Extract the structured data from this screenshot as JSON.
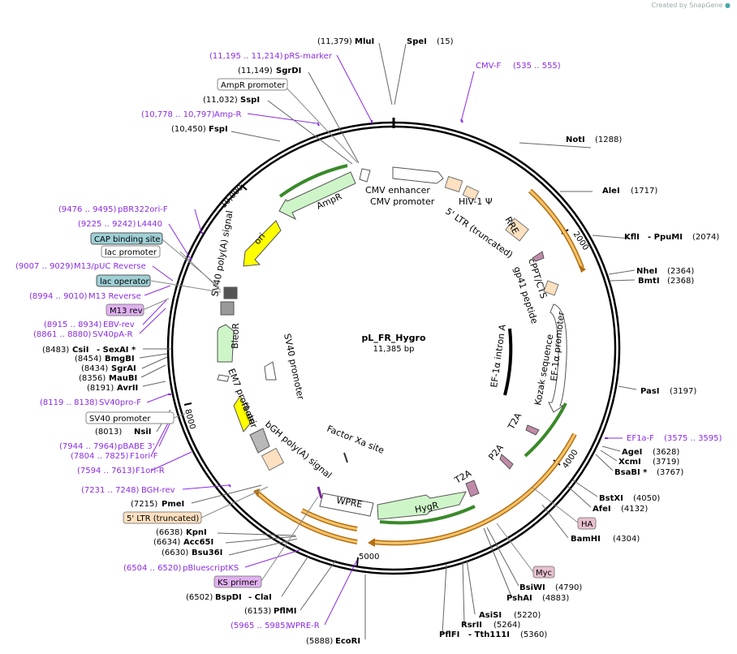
{
  "credit": "Created by SnapGene",
  "plasmid": {
    "name": "pL_FR_Hygro",
    "length": "11,385 bp"
  },
  "scale": {
    "ticks": [
      "2000",
      "4000",
      "5000",
      "8000",
      "10,000"
    ]
  },
  "enzymes": [
    {
      "pos": "(11,379)",
      "name": "MluI"
    },
    {
      "name": "SpeI",
      "pos": "(15)"
    },
    {
      "pos": "(11,149)",
      "name": "SgrDI"
    },
    {
      "pos": "(11,032)",
      "name": "SspI"
    },
    {
      "pos": "(10,450)",
      "name": "FspI"
    },
    {
      "name": "NotI",
      "pos": "(1288)"
    },
    {
      "name": "AleI",
      "pos": "(1717)"
    },
    {
      "name": "KflI",
      "extra": "- PpuMI",
      "pos": "(2074)"
    },
    {
      "name": "NheI",
      "pos": "(2364)"
    },
    {
      "name": "BmtI",
      "pos": "(2368)"
    },
    {
      "name": "PasI",
      "pos": "(3197)"
    },
    {
      "name": "AgeI",
      "pos": "(3628)"
    },
    {
      "name": "XcmI",
      "pos": "(3719)"
    },
    {
      "name": "BsaBI *",
      "pos": "(3767)"
    },
    {
      "name": "BstXI",
      "pos": "(4050)"
    },
    {
      "name": "AfeI",
      "pos": "(4132)"
    },
    {
      "name": "BamHI",
      "pos": "(4304)"
    },
    {
      "name": "BsiWI",
      "pos": "(4790)"
    },
    {
      "name": "PshAI",
      "pos": "(4883)"
    },
    {
      "name": "AsiSI",
      "pos": "(5220)"
    },
    {
      "name": "RsrII",
      "pos": "(5264)"
    },
    {
      "name": "PflFI",
      "extra": "- Tth111I",
      "pos": "(5360)"
    },
    {
      "pos": "(5888)",
      "name": "EcoRI"
    },
    {
      "pos": "(6153)",
      "name": "PflMI"
    },
    {
      "pos": "(6502)",
      "name": "BspDI",
      "extra": "- ClaI"
    },
    {
      "pos": "(6630)",
      "name": "Bsu36I"
    },
    {
      "pos": "(6634)",
      "name": "Acc65I"
    },
    {
      "pos": "(6638)",
      "name": "KpnI"
    },
    {
      "pos": "(7215)",
      "name": "PmeI"
    },
    {
      "pos": "(8013)",
      "name": "NsiI"
    },
    {
      "pos": "(8191)",
      "name": "AvrII"
    },
    {
      "pos": "(8356)",
      "name": "MauBI"
    },
    {
      "pos": "(8434)",
      "name": "SgrAI"
    },
    {
      "pos": "(8454)",
      "name": "BmgBI"
    },
    {
      "pos": "(8483)",
      "name": "CsiI",
      "extra": "- SexAI *"
    }
  ],
  "primers": [
    {
      "pos": "(11,195 .. 11,214)",
      "name": "pRS-marker"
    },
    {
      "pos": "(10,778 .. 10,797)",
      "name": "Amp-R"
    },
    {
      "name": "CMV-F",
      "pos": "(535 .. 555)"
    },
    {
      "name": "EF1a-F",
      "pos": "(3575 .. 3595)"
    },
    {
      "pos": "(9476 .. 9495)",
      "name": "pBR322ori-F"
    },
    {
      "pos": "(9225 .. 9242)",
      "name": "L4440"
    },
    {
      "pos": "(9007 .. 9029)",
      "name": "M13/pUC Reverse"
    },
    {
      "pos": "(8994 .. 9010)",
      "name": "M13 Reverse"
    },
    {
      "pos": "(8915 .. 8934)",
      "name": "EBV-rev"
    },
    {
      "pos": "(8861 .. 8880)",
      "name": "SV40pA-R"
    },
    {
      "pos": "(8119 .. 8138)",
      "name": "SV40pro-F"
    },
    {
      "pos": "(7944 .. 7964)",
      "name": "pBABE 3'"
    },
    {
      "pos": "(7804 .. 7825)",
      "name": "F1ori-F"
    },
    {
      "pos": "(7594 .. 7613)",
      "name": "F1ori-R"
    },
    {
      "pos": "(7231 .. 7248)",
      "name": "BGH-rev"
    },
    {
      "pos": "(6504 .. 6520)",
      "name": "pBluescriptKS"
    },
    {
      "pos": "(5965 .. 5985)",
      "name": "WPRE-R"
    }
  ],
  "boxed_labels": [
    {
      "name": "AmpR promoter"
    },
    {
      "name": "CAP binding site"
    },
    {
      "name": "lac promoter"
    },
    {
      "name": "lac operator"
    },
    {
      "name": "M13 rev"
    },
    {
      "name": "SV40 promoter"
    },
    {
      "name": "5' LTR (truncated)"
    },
    {
      "name": "KS primer"
    },
    {
      "name": "HA"
    },
    {
      "name": "Myc"
    }
  ],
  "inner_features": {
    "cmv_enhancer": "CMV enhancer",
    "cmv_promoter": "CMV promoter",
    "hiv_psi": "HIV-1 Ψ",
    "ltr": "5' LTR (truncated)",
    "rre": "RRE",
    "cppt": "cPPT/CTS",
    "gp41": "gp41 peptide",
    "ef1a_intron": "EF-1α intron A",
    "kozak": "Kozak sequence",
    "ef1a_promoter": "EF-1α promoter",
    "t2a_1": "T2A",
    "p2a": "P2A",
    "t2a_2": "T2A",
    "hygr": "HygR",
    "wpre": "WPRE",
    "factor_xa": "Factor Xa site",
    "bgh": "bGH poly(A) signal",
    "f1ori": "f1 ori",
    "em7": "EM7 promoter",
    "bleor": "BleoR",
    "sv40_promoter": "SV40 promoter",
    "sv40_polya": "SV40 poly(A) signal",
    "ori": "ori",
    "ampr": "AmpR"
  }
}
